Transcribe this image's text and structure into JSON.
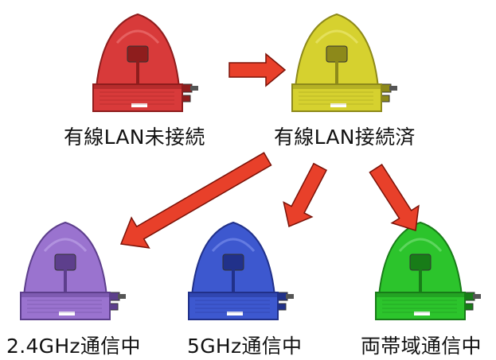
{
  "states": [
    {
      "id": "red",
      "label": "有線LAN未接続",
      "color": "#d83a3a",
      "dark": "#8e1d1d",
      "light": "#f07a7a"
    },
    {
      "id": "yellow",
      "label": "有線LAN接続済",
      "color": "#d6d12f",
      "dark": "#8d891a",
      "light": "#ece97a"
    },
    {
      "id": "purple",
      "label": "2.4GHz通信中",
      "color": "#9a73cf",
      "dark": "#5d3f8c",
      "light": "#c2a6ea"
    },
    {
      "id": "blue",
      "label": "5GHz通信中",
      "color": "#3d58cf",
      "dark": "#21318a",
      "light": "#7f93ee"
    },
    {
      "id": "green",
      "label": "両帯域通信中",
      "color": "#2cc42c",
      "dark": "#187c18",
      "light": "#7ee27e"
    }
  ],
  "arrow_color": "#e8402a",
  "arrow_outline": "#7a1208"
}
